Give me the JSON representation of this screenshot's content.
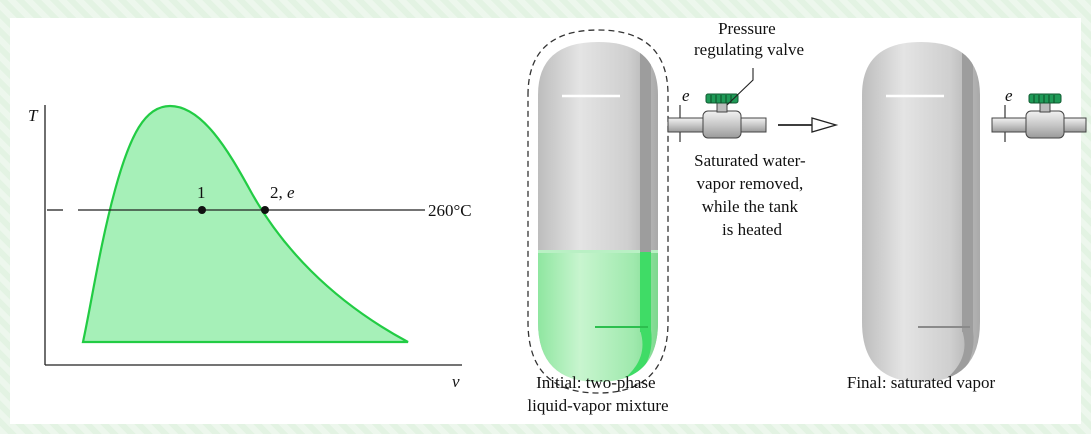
{
  "chart_data": {
    "type": "diagram",
    "xlabel": "v",
    "ylabel": "T",
    "isotherm_label": "260°C",
    "points": [
      {
        "label": "1"
      },
      {
        "label": "2, e"
      }
    ]
  },
  "labels": {
    "valve_title_line1": "Pressure",
    "valve_title_line2": "regulating valve",
    "exit_label_left": "e",
    "exit_label_right": "e",
    "removed_line1": "Saturated water-",
    "removed_line2": "vapor removed,",
    "removed_line3": "while the tank",
    "removed_line4": "is heated",
    "initial_line1": "Initial: two-phase",
    "initial_line2": "liquid-vapor mixture",
    "final_line1": "Final: saturated vapor"
  },
  "colors": {
    "dome_fill": "#a6f0b8",
    "dome_stroke": "#22cc44",
    "liquid": "#a8eeb4",
    "tank_body": "#d4d4d4",
    "tank_shadow": "#9a9a9a"
  }
}
